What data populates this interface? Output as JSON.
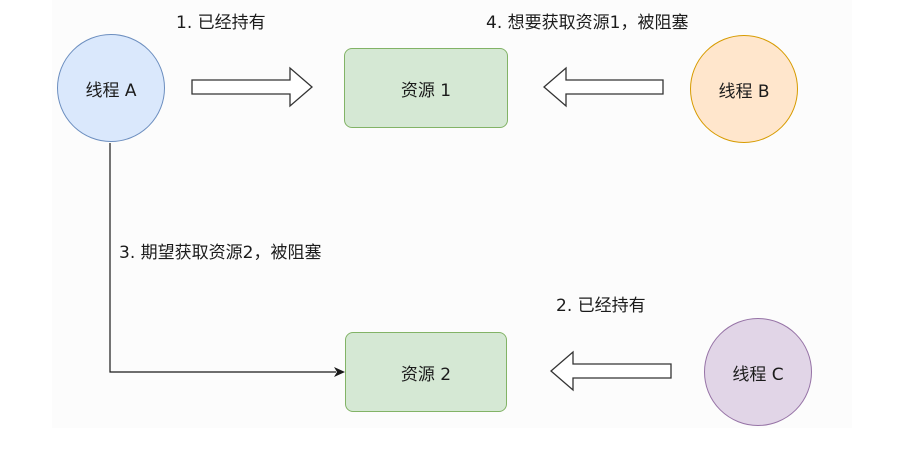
{
  "nodes": {
    "thread_a": "线程 A",
    "thread_b": "线程 B",
    "thread_c": "线程 C",
    "resource_1": "资源 1",
    "resource_2": "资源 2"
  },
  "edge_labels": {
    "a_holds_r1": "1. 已经持有",
    "c_holds_r2": "2. 已经持有",
    "a_wants_r2": "3. 期望获取资源2，被阻塞",
    "b_wants_r1": "4. 想要获取资源1，被阻塞"
  },
  "colors": {
    "thread_a_fill": "#dae8fc",
    "thread_a_stroke": "#6c8ebf",
    "thread_b_fill": "#ffe6cc",
    "thread_b_stroke": "#d79b00",
    "thread_c_fill": "#e1d5e7",
    "thread_c_stroke": "#9673a6",
    "resource_fill": "#d5e8d4",
    "resource_stroke": "#82b366"
  }
}
